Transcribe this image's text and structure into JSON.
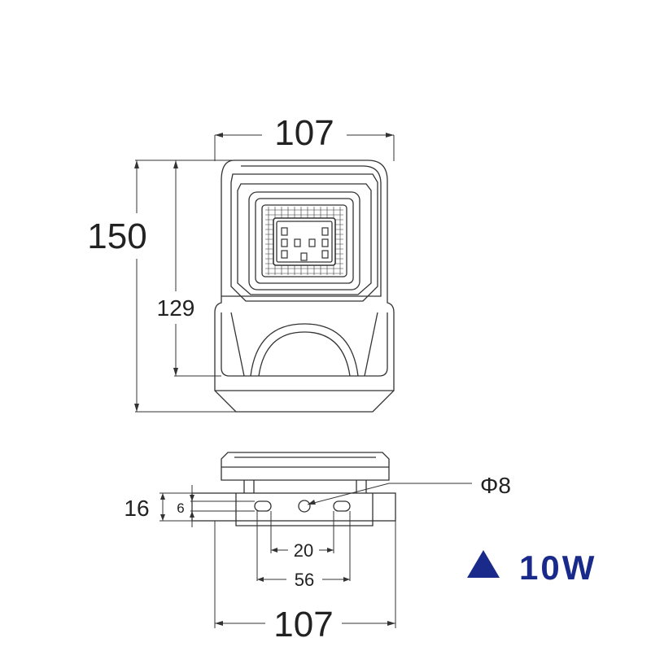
{
  "front_view": {
    "width_label": "107",
    "height_label": "150",
    "inner_height_label": "129"
  },
  "side_view": {
    "thickness_label": "16",
    "slot_label": "6",
    "slot_spacing_label": "20",
    "mount_width_label": "56",
    "width_label": "107",
    "hole_label": "Φ8"
  },
  "power": {
    "label": "10W",
    "color": "#1a2a8a"
  }
}
